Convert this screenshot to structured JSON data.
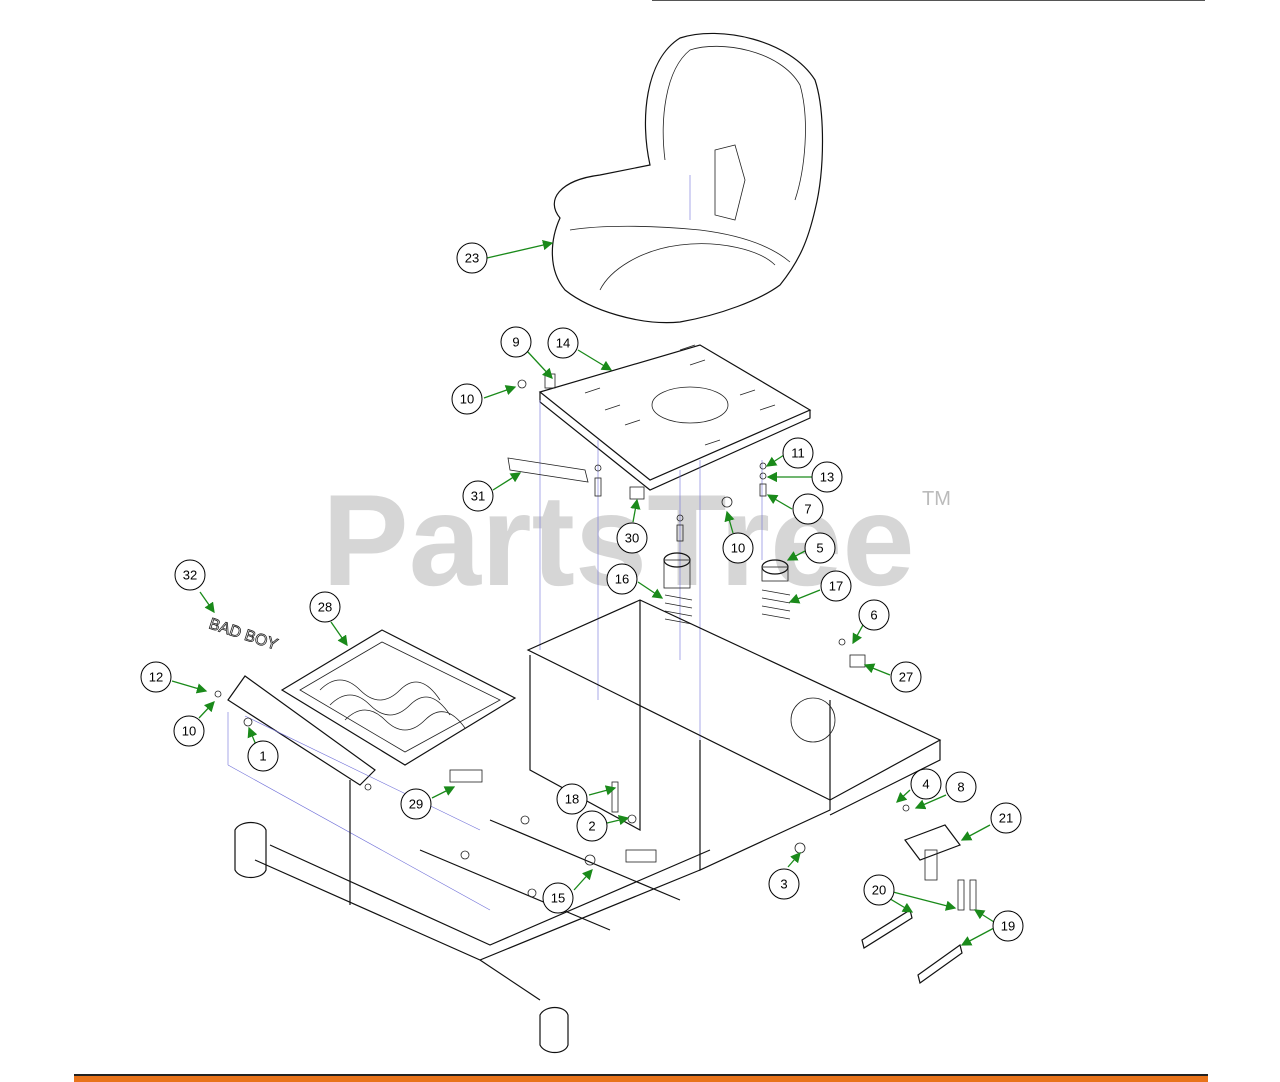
{
  "watermark": {
    "text": "PartsTree",
    "tm": "TM"
  },
  "logo_text": "BAD BOY",
  "callouts": [
    "23",
    "9",
    "14",
    "10",
    "11",
    "13",
    "31",
    "7",
    "30",
    "10",
    "5",
    "32",
    "16",
    "17",
    "6",
    "28",
    "12",
    "27",
    "10",
    "1",
    "4",
    "8",
    "18",
    "29",
    "2",
    "21",
    "3",
    "20",
    "15",
    "19"
  ],
  "colors": {
    "leader": "#1a8a1a",
    "guide": "#7070d8",
    "footer": "#e8731a"
  }
}
